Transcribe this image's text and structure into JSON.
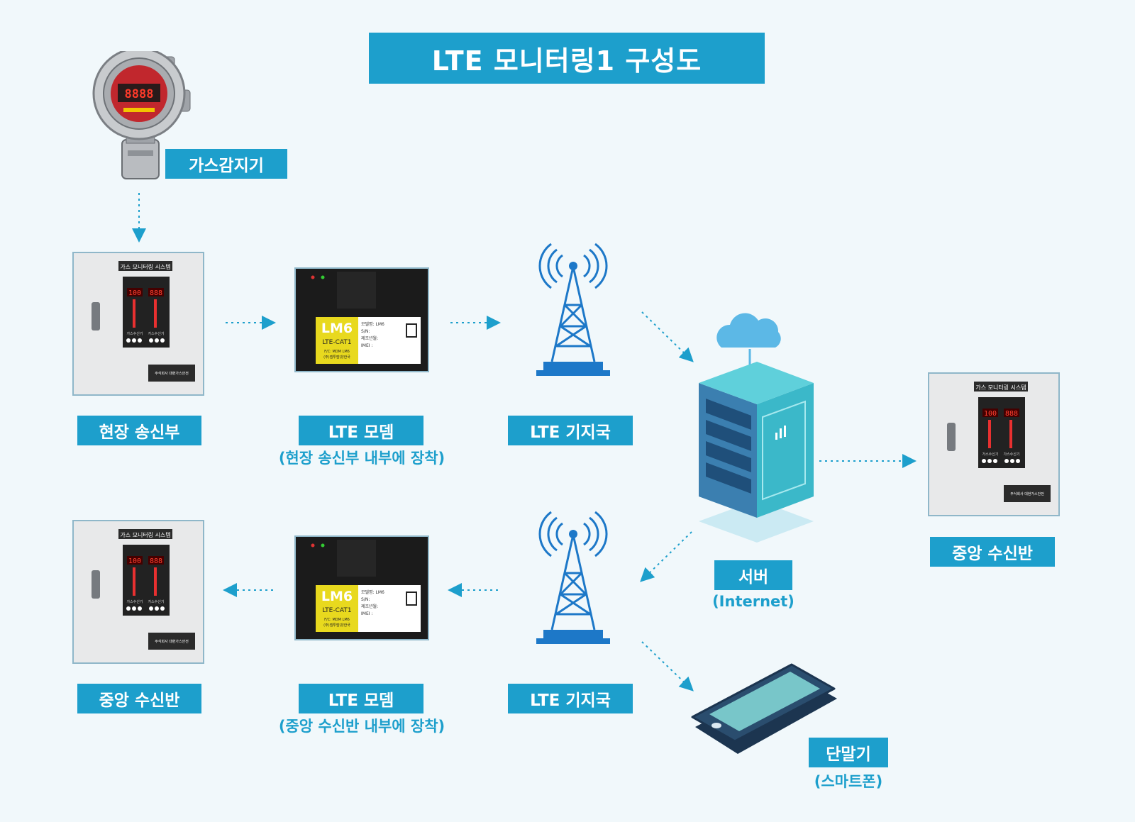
{
  "title": "LTE 모니터링1 구성도",
  "panel_text": {
    "header": "가스 모니터링 시스템",
    "display": "100",
    "display2": "888",
    "sub1": "가스수신기",
    "sub2": "가스수신기",
    "brand": "주식회사 대현가스안전"
  },
  "modem_text": {
    "badge": "LM6",
    "cat": "LTE-CAT1",
    "line1": "모델명: LM6",
    "line2": "S/N:",
    "line3": "제조년월:",
    "line4": "IMEI :",
    "mfr": "F/C: MDM LM6",
    "origin": "(주)엠투엠넷/한국"
  },
  "detector_display": "8888",
  "nodes": {
    "detector": {
      "label": "가스감지기"
    },
    "field_tx": {
      "label": "현장 송신부"
    },
    "modem_top": {
      "label": "LTE 모뎀",
      "sub": "(현장 송신부 내부에 장착)"
    },
    "tower_top": {
      "label": "LTE 기지국"
    },
    "server": {
      "label": "서버",
      "sub": "(Internet)"
    },
    "central_right": {
      "label": "중앙 수신반"
    },
    "central_left": {
      "label": "중앙 수신반"
    },
    "modem_bottom": {
      "label": "LTE 모뎀",
      "sub": "(중앙 수신반 내부에 장착)"
    },
    "tower_bottom": {
      "label": "LTE 기지국"
    },
    "terminal": {
      "label": "단말기",
      "sub": "(스마트폰)"
    }
  },
  "colors": {
    "accent": "#1d9fcc",
    "background": "#f1f8fb",
    "server": "#3bb8c9",
    "phone": "#2a4d6e"
  }
}
